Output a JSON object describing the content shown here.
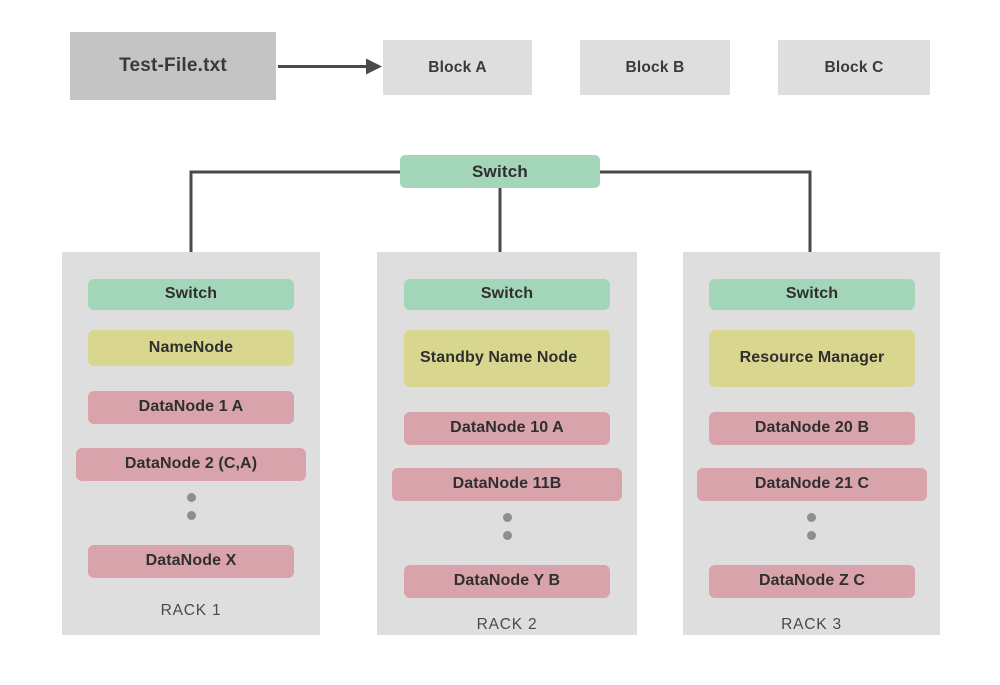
{
  "diagram": {
    "title_source": "Test-File.txt",
    "file": {
      "label": "Test-File.txt",
      "color": "#c4c4c4"
    },
    "arrow": {
      "name": "split-arrow",
      "color": "#4a4a4a"
    },
    "blocks": [
      {
        "label": "Block A",
        "color": "#dedede"
      },
      {
        "label": "Block B",
        "color": "#dedede"
      },
      {
        "label": "Block C",
        "color": "#dedede"
      }
    ],
    "root_switch": {
      "label": "Switch",
      "color": "#a3d5b8"
    },
    "colors": {
      "switch": "#a3d5b8",
      "master": "#d9d68f",
      "datanode": "#d9a3ab",
      "rack_background": "#dedede",
      "file_background": "#c4c4c4",
      "line": "#4a4a4a",
      "dot": "#8e8e8e",
      "text": "#2f2f2f",
      "label_text": "#4a4a4a"
    },
    "racks": [
      {
        "name": "rack-1",
        "label": "RACK 1",
        "switch": {
          "label": "Switch",
          "type": "switch"
        },
        "master": {
          "label": "NameNode",
          "type": "master"
        },
        "datanodes_top": [
          {
            "label": "DataNode 1 A",
            "type": "data"
          },
          {
            "label": "DataNode 2 (C,A)",
            "type": "data"
          }
        ],
        "ellipsis_dots": 2,
        "datanode_last": {
          "label": "DataNode X",
          "type": "data"
        }
      },
      {
        "name": "rack-2",
        "label": "RACK 2",
        "switch": {
          "label": "Switch",
          "type": "switch"
        },
        "master": {
          "label": "Standby Name Node",
          "type": "master"
        },
        "datanodes_top": [
          {
            "label": "DataNode 10 A",
            "type": "data"
          },
          {
            "label": "DataNode  11B",
            "type": "data"
          }
        ],
        "ellipsis_dots": 2,
        "datanode_last": {
          "label": "DataNode Y B",
          "type": "data"
        }
      },
      {
        "name": "rack-3",
        "label": "RACK 3",
        "switch": {
          "label": "Switch",
          "type": "switch"
        },
        "master": {
          "label": "Resource Manager",
          "type": "master"
        },
        "datanodes_top": [
          {
            "label": "DataNode 20 B",
            "type": "data"
          },
          {
            "label": "DataNode 21 C",
            "type": "data"
          }
        ],
        "ellipsis_dots": 2,
        "datanode_last": {
          "label": "DataNode Z C",
          "type": "data"
        }
      }
    ]
  }
}
